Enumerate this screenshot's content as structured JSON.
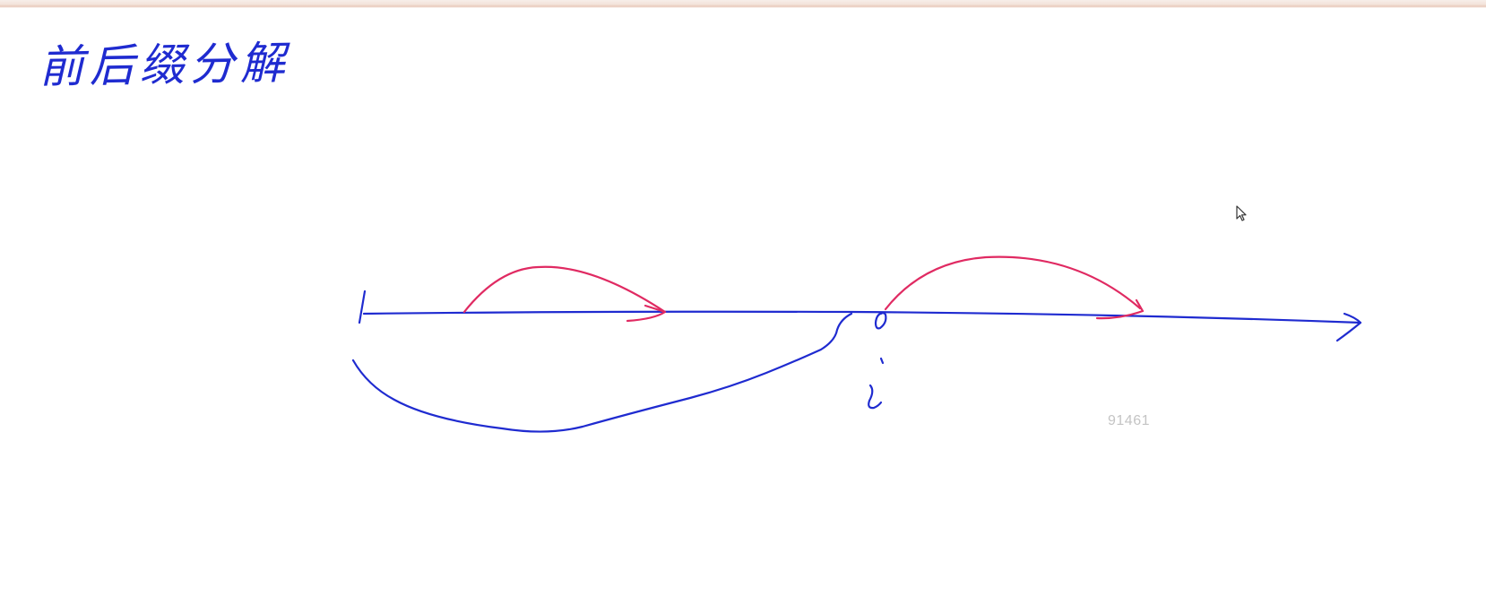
{
  "title": "前后缀分解",
  "axis_label": "i",
  "watermark": "91461",
  "colors": {
    "blue_ink": "#1f2bd0",
    "red_ink": "#e02a62",
    "background": "#ffffff",
    "watermark": "#c4c4c4"
  }
}
